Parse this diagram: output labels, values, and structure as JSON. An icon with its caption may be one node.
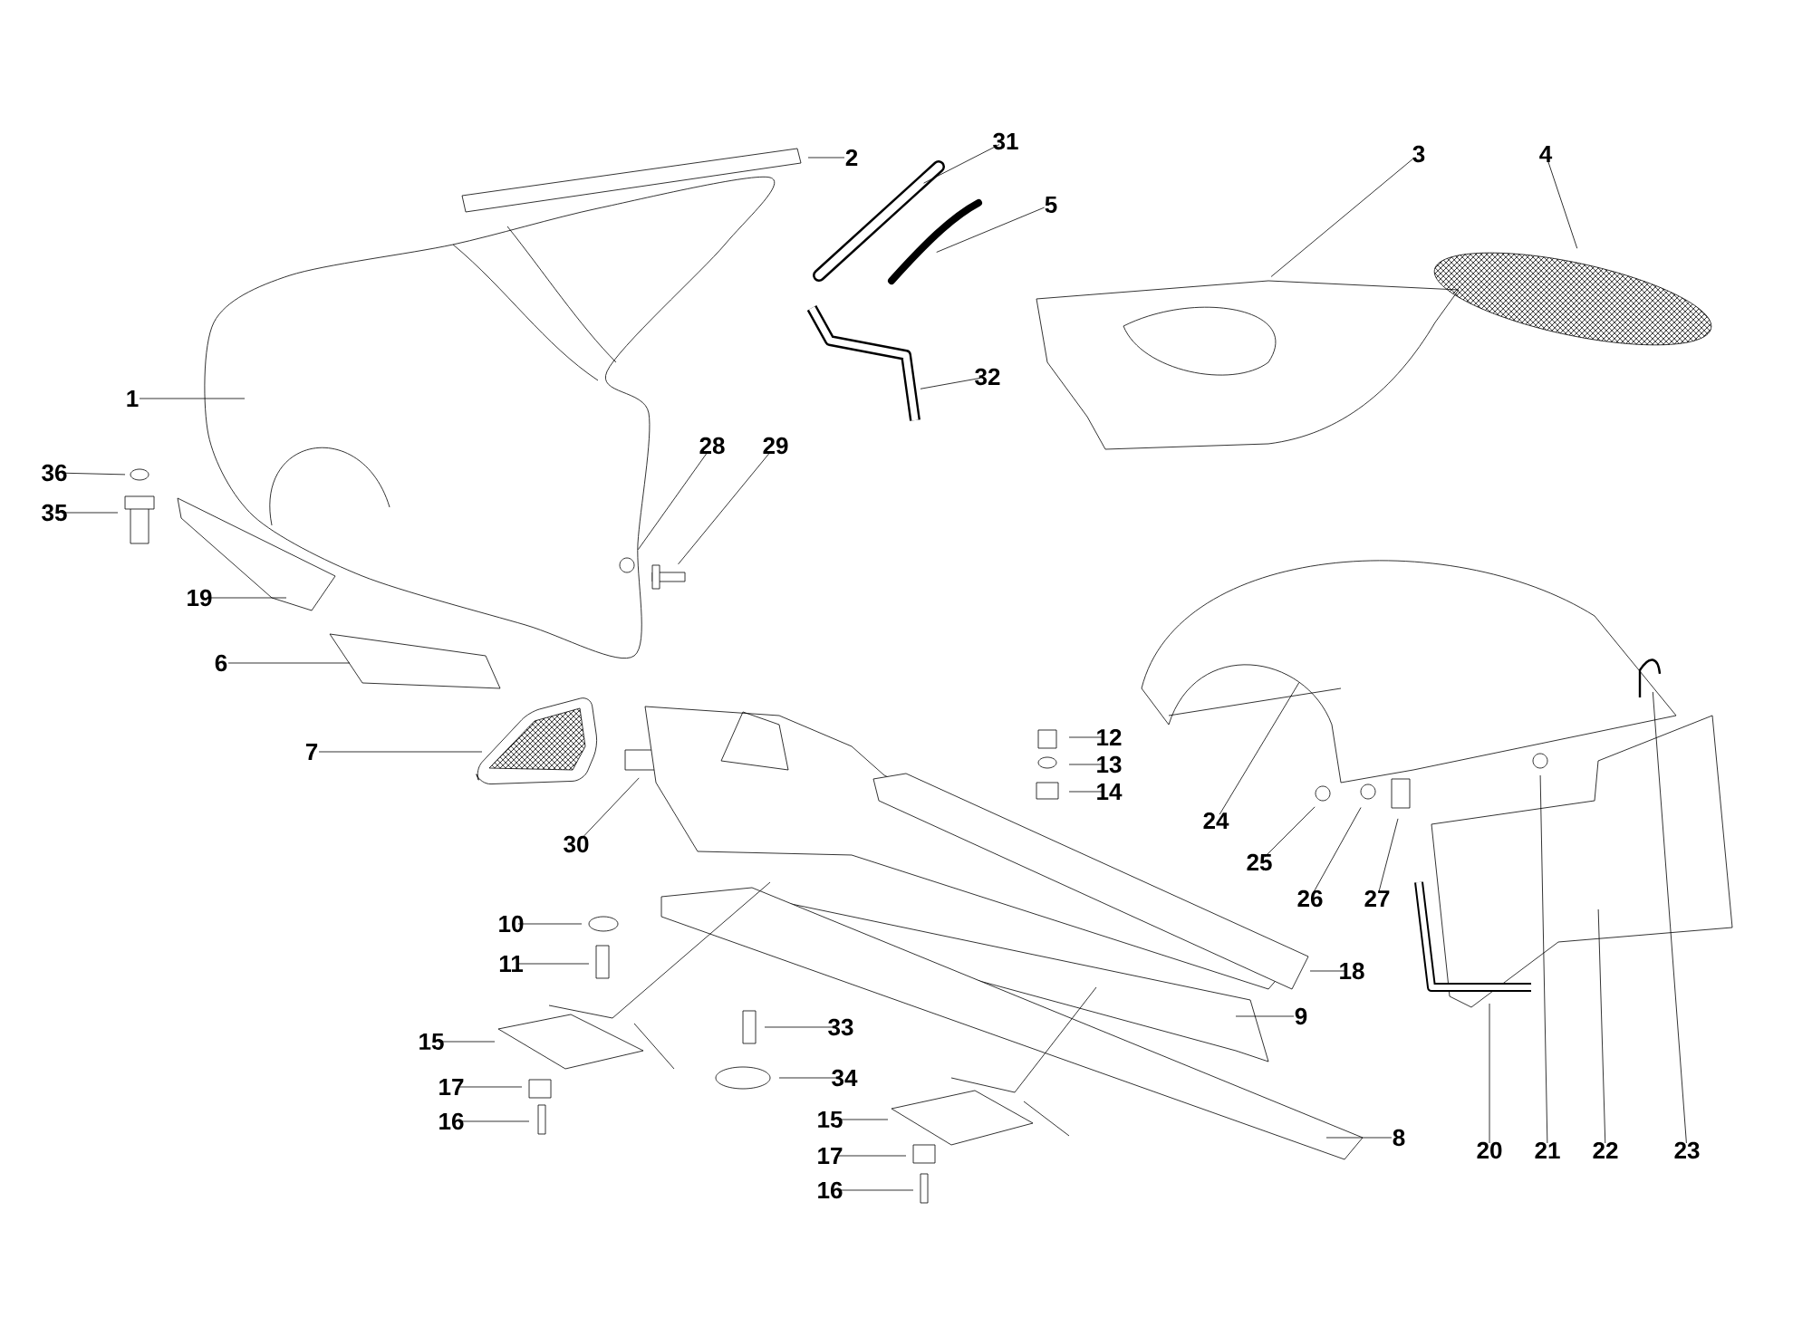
{
  "diagram": {
    "nodes": [
      {
        "text": [
          "2"
        ]
      },
      {
        "text": [
          "31"
        ]
      },
      {
        "text": [
          "3"
        ]
      },
      {
        "text": [
          "4"
        ]
      },
      {
        "text": [
          "5"
        ]
      },
      {
        "text": [
          "1"
        ]
      },
      {
        "text": [
          "32"
        ]
      },
      {
        "text": [
          "36"
        ]
      },
      {
        "text": [
          "28"
        ]
      },
      {
        "text": [
          "29"
        ]
      },
      {
        "text": [
          "35"
        ]
      },
      {
        "text": [
          "19"
        ]
      },
      {
        "text": [
          "6"
        ]
      },
      {
        "text": [
          "7"
        ]
      },
      {
        "text": [
          "12"
        ]
      },
      {
        "text": [
          "13"
        ]
      },
      {
        "text": [
          "14"
        ]
      },
      {
        "text": [
          "30"
        ]
      },
      {
        "text": [
          "24"
        ]
      },
      {
        "text": [
          "25"
        ]
      },
      {
        "text": [
          "26"
        ]
      },
      {
        "text": [
          "27"
        ]
      },
      {
        "text": [
          "10"
        ]
      },
      {
        "text": [
          "11"
        ]
      },
      {
        "text": [
          "18"
        ]
      },
      {
        "text": [
          "9"
        ]
      },
      {
        "text": [
          "15"
        ]
      },
      {
        "text": [
          "33"
        ]
      },
      {
        "text": [
          "34"
        ]
      },
      {
        "text": [
          "17"
        ]
      },
      {
        "text": [
          "16"
        ]
      },
      {
        "text": [
          "15"
        ]
      },
      {
        "text": [
          "8"
        ]
      },
      {
        "text": [
          "17"
        ]
      },
      {
        "text": [
          "16"
        ]
      },
      {
        "text": [
          "20"
        ]
      },
      {
        "text": [
          "21"
        ]
      },
      {
        "text": [
          "22"
        ]
      },
      {
        "text": [
          "23"
        ]
      }
    ],
    "edges": [
      {
        "from": 0,
        "to": null,
        "arrow": "none"
      },
      {
        "from": 1,
        "to": null,
        "arrow": "none"
      },
      {
        "from": 2,
        "to": null,
        "arrow": "none"
      },
      {
        "from": 3,
        "to": null,
        "arrow": "none"
      },
      {
        "from": 4,
        "to": null,
        "arrow": "none"
      },
      {
        "from": 5,
        "to": null,
        "arrow": "none"
      },
      {
        "from": 6,
        "to": null,
        "arrow": "none"
      },
      {
        "from": 7,
        "to": null,
        "arrow": "none"
      },
      {
        "from": 8,
        "to": null,
        "arrow": "none"
      },
      {
        "from": 9,
        "to": null,
        "arrow": "none"
      },
      {
        "from": 10,
        "to": null,
        "arrow": "none"
      },
      {
        "from": 11,
        "to": null,
        "arrow": "none"
      },
      {
        "from": 12,
        "to": null,
        "arrow": "none"
      },
      {
        "from": 13,
        "to": null,
        "arrow": "none"
      },
      {
        "from": 14,
        "to": null,
        "arrow": "none"
      },
      {
        "from": 15,
        "to": null,
        "arrow": "none"
      },
      {
        "from": 16,
        "to": null,
        "arrow": "none"
      },
      {
        "from": 17,
        "to": null,
        "arrow": "none"
      },
      {
        "from": 18,
        "to": null,
        "arrow": "none"
      },
      {
        "from": 19,
        "to": null,
        "arrow": "none"
      },
      {
        "from": 20,
        "to": null,
        "arrow": "none"
      },
      {
        "from": 21,
        "to": null,
        "arrow": "none"
      },
      {
        "from": 22,
        "to": null,
        "arrow": "none"
      },
      {
        "from": 23,
        "to": null,
        "arrow": "none"
      },
      {
        "from": 24,
        "to": null,
        "arrow": "none"
      },
      {
        "from": 25,
        "to": null,
        "arrow": "none"
      },
      {
        "from": 26,
        "to": null,
        "arrow": "none"
      },
      {
        "from": 27,
        "to": null,
        "arrow": "none"
      },
      {
        "from": 28,
        "to": null,
        "arrow": "none"
      },
      {
        "from": 29,
        "to": null,
        "arrow": "none"
      },
      {
        "from": 30,
        "to": null,
        "arrow": "none"
      },
      {
        "from": 31,
        "to": null,
        "arrow": "none"
      },
      {
        "from": 32,
        "to": null,
        "arrow": "none"
      },
      {
        "from": 33,
        "to": null,
        "arrow": "none"
      },
      {
        "from": 34,
        "to": null,
        "arrow": "none"
      },
      {
        "from": 35,
        "to": null,
        "arrow": "none"
      },
      {
        "from": 36,
        "to": null,
        "arrow": "none"
      },
      {
        "from": 37,
        "to": null,
        "arrow": "none"
      },
      {
        "from": 38,
        "to": null,
        "arrow": "none"
      }
    ]
  }
}
